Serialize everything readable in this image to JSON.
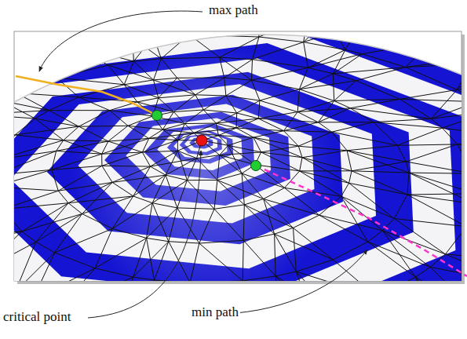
{
  "diagram": {
    "labels": [
      "max path",
      "critical point",
      "min path"
    ]
  }
}
